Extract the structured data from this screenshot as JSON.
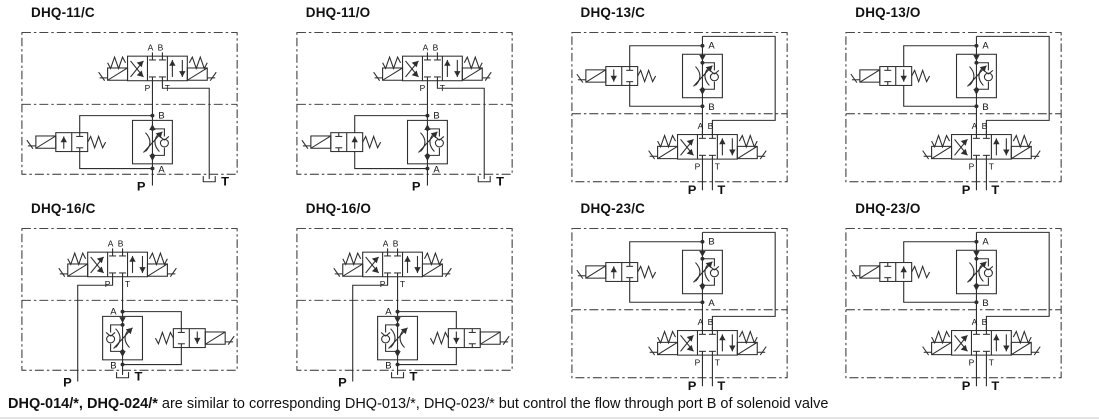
{
  "colors": {
    "line": "#2e2e2e",
    "text": "#111111",
    "footer_rule": "#e3e3e3"
  },
  "footnote": {
    "bold": "DHQ-014/*, DHQ-024/*",
    "rest": " are similar to corresponding DHQ-013/*, DHQ-023/* but control the flow through port B of solenoid valve"
  },
  "diagrams": [
    {
      "title": "DHQ-11/C",
      "layout": "A",
      "two_way_position": "closed",
      "two_way_arrow": "up",
      "check_side": "right",
      "module_arrows": "out",
      "module_ports": {
        "top": "B",
        "bottom": "A"
      },
      "valve_ports": {
        "a": "A",
        "b": "B",
        "p": "P",
        "t": "T"
      },
      "bottom_ports": {
        "p": "P",
        "t": "T"
      }
    },
    {
      "title": "DHQ-11/O",
      "layout": "A",
      "two_way_position": "open",
      "two_way_arrow": "up",
      "check_side": "right",
      "module_arrows": "out",
      "module_ports": {
        "top": "B",
        "bottom": "A"
      },
      "valve_ports": {
        "a": "A",
        "b": "B",
        "p": "P",
        "t": "T"
      },
      "bottom_ports": {
        "p": "P",
        "t": "T"
      }
    },
    {
      "title": "DHQ-13/C",
      "layout": "B",
      "two_way_position": "closed",
      "two_way_arrow": "down",
      "check_side": "right",
      "module_arrows": "down",
      "module_ports": {
        "top": "A",
        "bottom": "B"
      },
      "valve_ports": {
        "a": "A",
        "b": "B",
        "p": "P",
        "t": "T"
      },
      "bottom_ports": {
        "p": "P",
        "t": "T"
      }
    },
    {
      "title": "DHQ-13/O",
      "layout": "B",
      "two_way_position": "open",
      "two_way_arrow": "down",
      "check_side": "right",
      "module_arrows": "down",
      "module_ports": {
        "top": "A",
        "bottom": "B"
      },
      "valve_ports": {
        "a": "A",
        "b": "B",
        "p": "P",
        "t": "T"
      },
      "bottom_ports": {
        "p": "P",
        "t": "T"
      }
    },
    {
      "title": "DHQ-16/C",
      "layout": "C",
      "two_way_position": "closed",
      "two_way_arrow": "down",
      "check_side": "left",
      "module_arrows": "down",
      "module_ports": {
        "top": "A",
        "bottom": "B"
      },
      "valve_ports": {
        "a": "A",
        "b": "B",
        "p": "P",
        "t": "T"
      },
      "bottom_ports": {
        "p": "P",
        "t": "T"
      }
    },
    {
      "title": "DHQ-16/O",
      "layout": "C",
      "two_way_position": "open",
      "two_way_arrow": "down",
      "check_side": "left",
      "module_arrows": "down",
      "module_ports": {
        "top": "A",
        "bottom": "B"
      },
      "valve_ports": {
        "a": "A",
        "b": "B",
        "p": "P",
        "t": "T"
      },
      "bottom_ports": {
        "p": "P",
        "t": "T"
      }
    },
    {
      "title": "DHQ-23/C",
      "layout": "B",
      "two_way_position": "closed",
      "two_way_arrow": "up",
      "check_side": "right",
      "module_arrows": "down",
      "module_ports": {
        "top": "B",
        "bottom": "A"
      },
      "valve_ports": {
        "a": "A",
        "b": "B",
        "p": "P",
        "t": "T"
      },
      "bottom_ports": {
        "p": "P",
        "t": "T"
      }
    },
    {
      "title": "DHQ-23/O",
      "layout": "B",
      "two_way_position": "open",
      "two_way_arrow": "up",
      "check_side": "right",
      "module_arrows": "down",
      "module_ports": {
        "top": "A",
        "bottom": "B"
      },
      "valve_ports": {
        "a": "A",
        "b": "B",
        "p": "P",
        "t": "T"
      },
      "bottom_ports": {
        "p": "P",
        "t": "T"
      }
    }
  ]
}
